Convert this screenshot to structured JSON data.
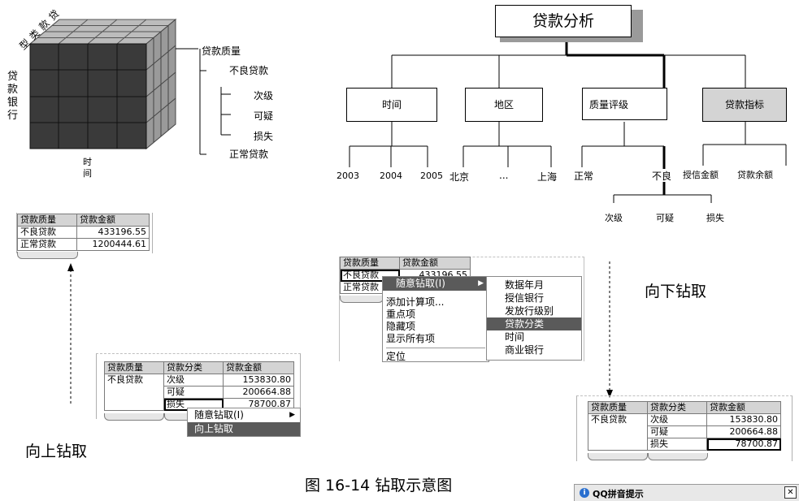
{
  "cube": {
    "axis_top": [
      "贷",
      "款",
      "类",
      "型"
    ],
    "axis_left": [
      "贷",
      "款",
      "银",
      "行"
    ],
    "axis_bottom": [
      "时",
      "间"
    ]
  },
  "quality_tree": {
    "root": "贷款质量",
    "bad": "不良贷款",
    "bad_children": [
      "次级",
      "可疑",
      "损失"
    ],
    "normal": "正常贷款"
  },
  "hierarchy": {
    "root": "贷款分析",
    "level1": [
      "时间",
      "地区",
      "质量评级",
      "贷款指标"
    ],
    "time_children": [
      "2003",
      "2004",
      "2005"
    ],
    "region_children": [
      "北京",
      "...",
      "上海"
    ],
    "quality_children": [
      "正常",
      "不良"
    ],
    "indicator_children": [
      "授信金额",
      "贷款余额"
    ],
    "bad_children": [
      "次级",
      "可疑",
      "损失"
    ]
  },
  "table_summary": {
    "headers": [
      "贷款质量",
      "贷款金额"
    ],
    "rows": [
      [
        "不良贷款",
        "433196.55"
      ],
      [
        "正常贷款",
        "1200444.61"
      ]
    ]
  },
  "table_mid": {
    "headers": [
      "贷款质量",
      "贷款金额"
    ],
    "rows": [
      [
        "不良贷款",
        "433196.55"
      ],
      [
        "正常贷款",
        ""
      ]
    ]
  },
  "menu_main": {
    "items": [
      "随意钻取(I)",
      "添加计算项...",
      "重点项",
      "隐藏项",
      "显示所有项",
      "定位"
    ]
  },
  "menu_sub": {
    "items": [
      "数据年月",
      "授信银行",
      "发放行级别",
      "贷款分类",
      "时间",
      "商业银行"
    ]
  },
  "table_detail": {
    "headers": [
      "贷款质量",
      "贷款分类",
      "贷款金额"
    ],
    "group": "不良贷款",
    "rows": [
      [
        "次级",
        "153830.80"
      ],
      [
        "可疑",
        "200664.88"
      ],
      [
        "损失",
        "78700.87"
      ]
    ]
  },
  "menu_rollup": {
    "items": [
      "随意钻取(I)",
      "向上钻取"
    ]
  },
  "labels": {
    "drill_down": "向下钻取",
    "roll_up": "向上钻取",
    "caption": "图 16-14 钻取示意图",
    "qq_tip": "QQ拼音提示",
    "qq_close": "✕"
  }
}
